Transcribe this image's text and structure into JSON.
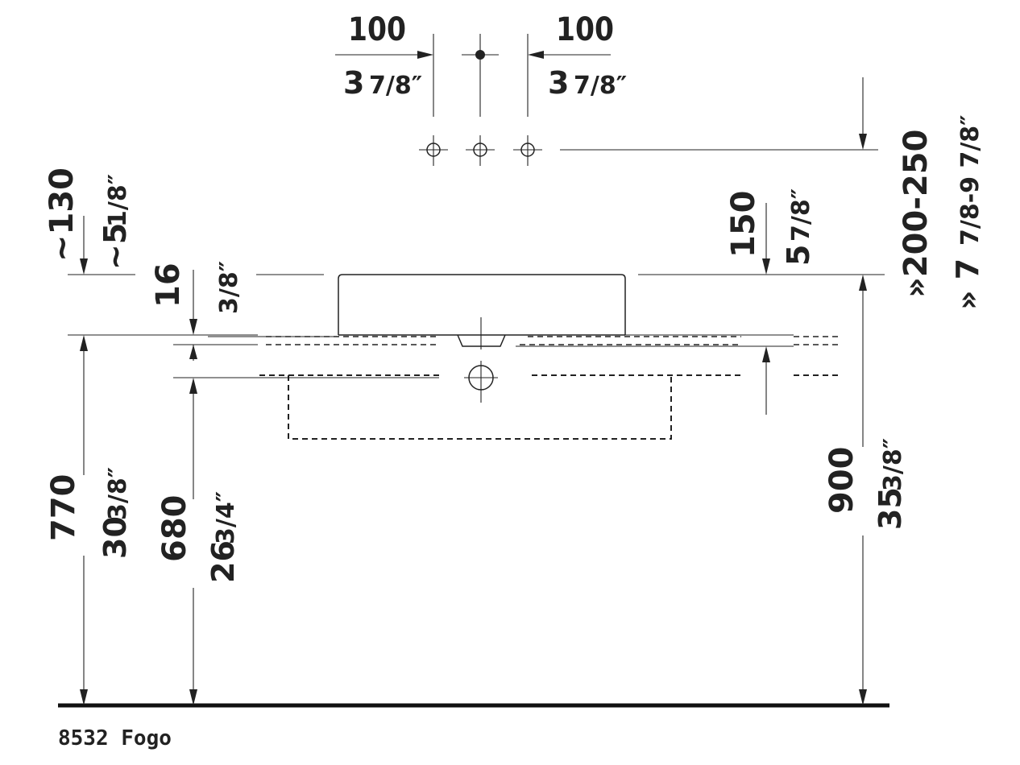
{
  "dimensions": {
    "tap_spacing_left_mm": "100",
    "tap_spacing_left_in_whole": "3",
    "tap_spacing_left_in_frac": "7/8″",
    "tap_spacing_right_mm": "100",
    "tap_spacing_right_in_whole": "3",
    "tap_spacing_right_in_frac": "7/8″",
    "mirror_height_mm": "»200-250",
    "mirror_height_in": "» 7",
    "mirror_height_in_frac": "7/8-9 7/8″",
    "basin_height_mm": "~130",
    "basin_height_in_whole": "~5",
    "basin_height_in_frac": "1/8″",
    "rim_thickness_mm": "16",
    "rim_thickness_in_frac": "3/8″",
    "tap_height_mm": "150",
    "tap_height_in_whole": "5",
    "tap_height_in_frac": "7/8″",
    "counter_height_mm": "770",
    "counter_height_in_whole": "30",
    "counter_height_in_frac": "3/8″",
    "drain_height_mm": "680",
    "drain_height_in_whole": "26",
    "drain_height_in_frac": "3/4″",
    "rim_height_mm": "900",
    "rim_height_in_whole": "35",
    "rim_height_in_frac": "3/8″"
  },
  "caption": "8532 Fogo"
}
